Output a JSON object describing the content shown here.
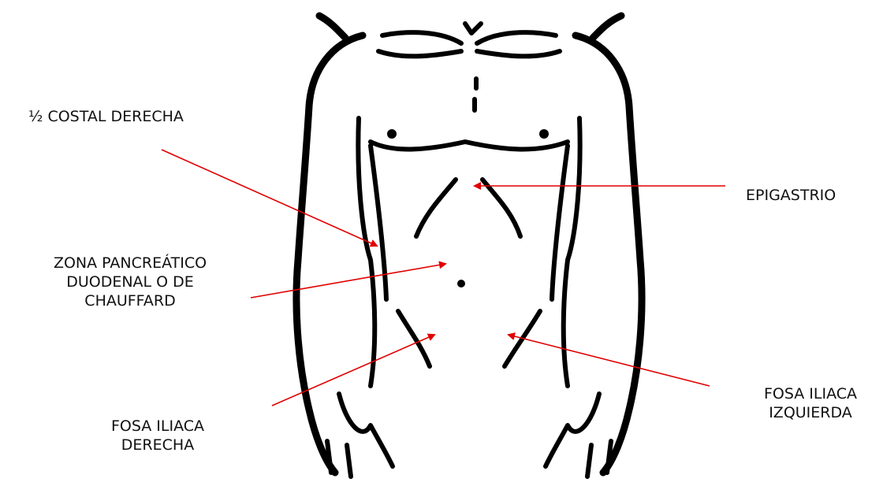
{
  "labels": {
    "costal": "½ COSTAL DERECHA",
    "epigastrio": "EPIGASTRIO",
    "pancreatico": [
      "ZONA PANCREÁTICO",
      "DUODENAL O DE",
      "CHAUFFARD"
    ],
    "fosa_derecha": [
      "FOSA ILIACA",
      "DERECHA"
    ],
    "fosa_izquierda": [
      "FOSA ILIACA",
      "IZQUIERDA"
    ]
  },
  "colors": {
    "arrow": "#e00000",
    "outline": "#000000",
    "text": "#111111"
  }
}
